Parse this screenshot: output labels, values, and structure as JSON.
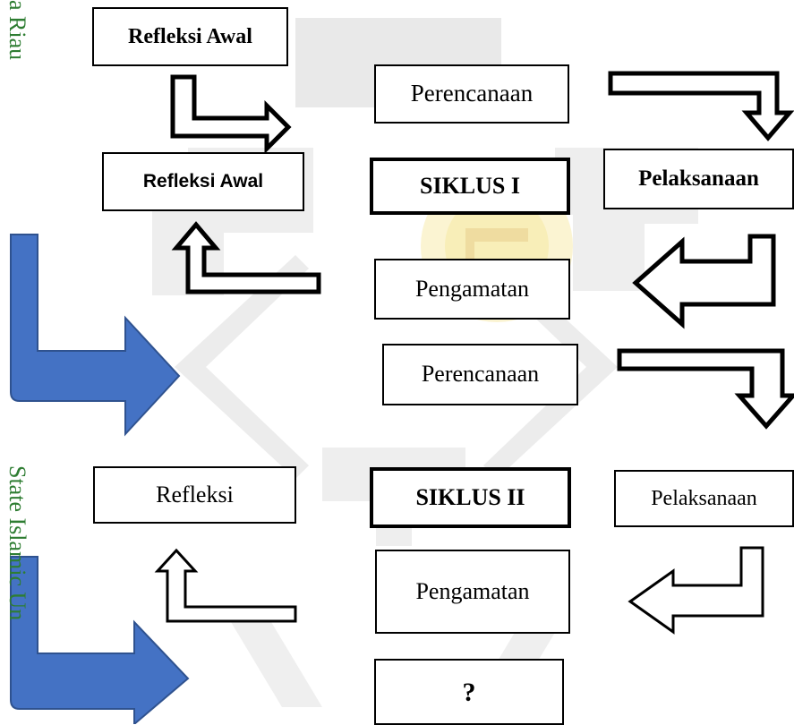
{
  "nodes": {
    "refleksi_awal_top": "Refleksi Awal",
    "perencanaan_1": "Perencanaan",
    "refleksi_awal_1": "Refleksi Awal",
    "siklus_1": "SIKLUS I",
    "pelaksanaan_1": "Pelaksanaan",
    "pengamatan_1": "Pengamatan",
    "perencanaan_2": "Perencanaan",
    "refleksi_2": "Refleksi",
    "siklus_2": "SIKLUS II",
    "pelaksanaan_2": "Pelaksanaan",
    "pengamatan_2": "Pengamatan",
    "next_cycle": "?"
  },
  "side_text": {
    "top": "a Riau",
    "bottom": "State Islamic Un"
  },
  "colors": {
    "box_border": "#000000",
    "blue_arrow": "#4472C4",
    "blue_arrow_border": "#2F528F",
    "watermark": "#cfcfcf",
    "watermark_gold": "#f4e7a8",
    "side_text": "#2e7d32"
  }
}
